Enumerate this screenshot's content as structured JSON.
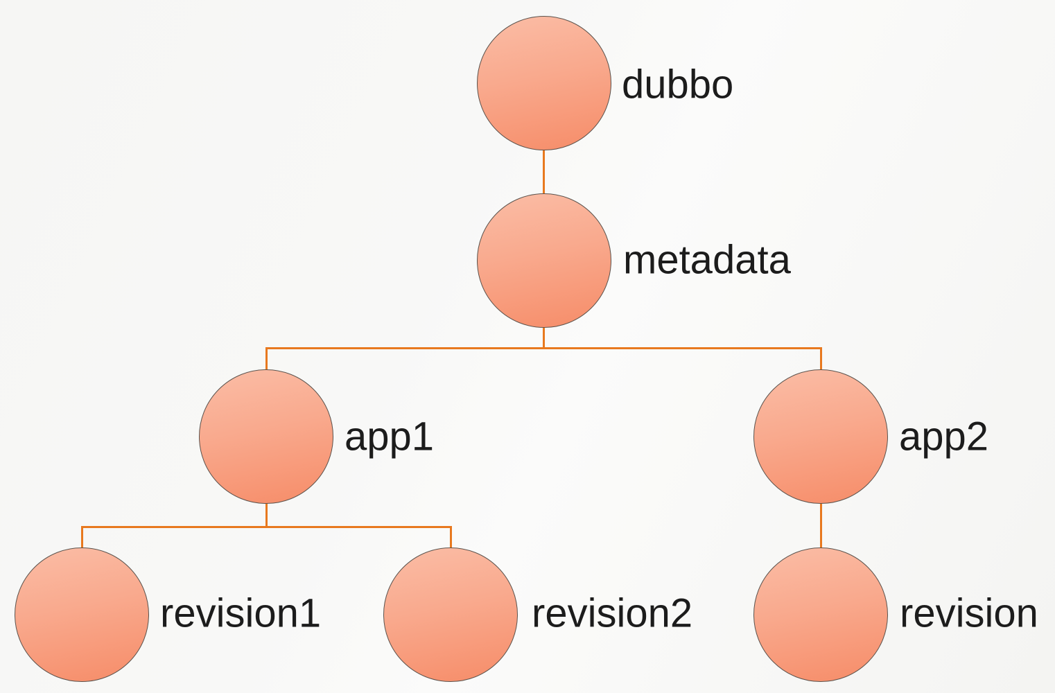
{
  "diagram": {
    "type": "tree",
    "description": "dubbo metadata registry tree",
    "colors": {
      "node_fill_top": "#fabda6",
      "node_fill_bottom": "#f68c68",
      "node_border": "#5a524c",
      "connector": "#e8791f",
      "label": "#1c1c1c",
      "background": "#f6f6f4"
    },
    "nodes": [
      {
        "id": "dubbo",
        "label": "dubbo",
        "parent": null
      },
      {
        "id": "metadata",
        "label": "metadata",
        "parent": "dubbo"
      },
      {
        "id": "app1",
        "label": "app1",
        "parent": "metadata"
      },
      {
        "id": "app2",
        "label": "app2",
        "parent": "metadata"
      },
      {
        "id": "revision1",
        "label": "revision1",
        "parent": "app1"
      },
      {
        "id": "revision2",
        "label": "revision2",
        "parent": "app1"
      },
      {
        "id": "revision",
        "label": "revision",
        "parent": "app2"
      }
    ]
  }
}
